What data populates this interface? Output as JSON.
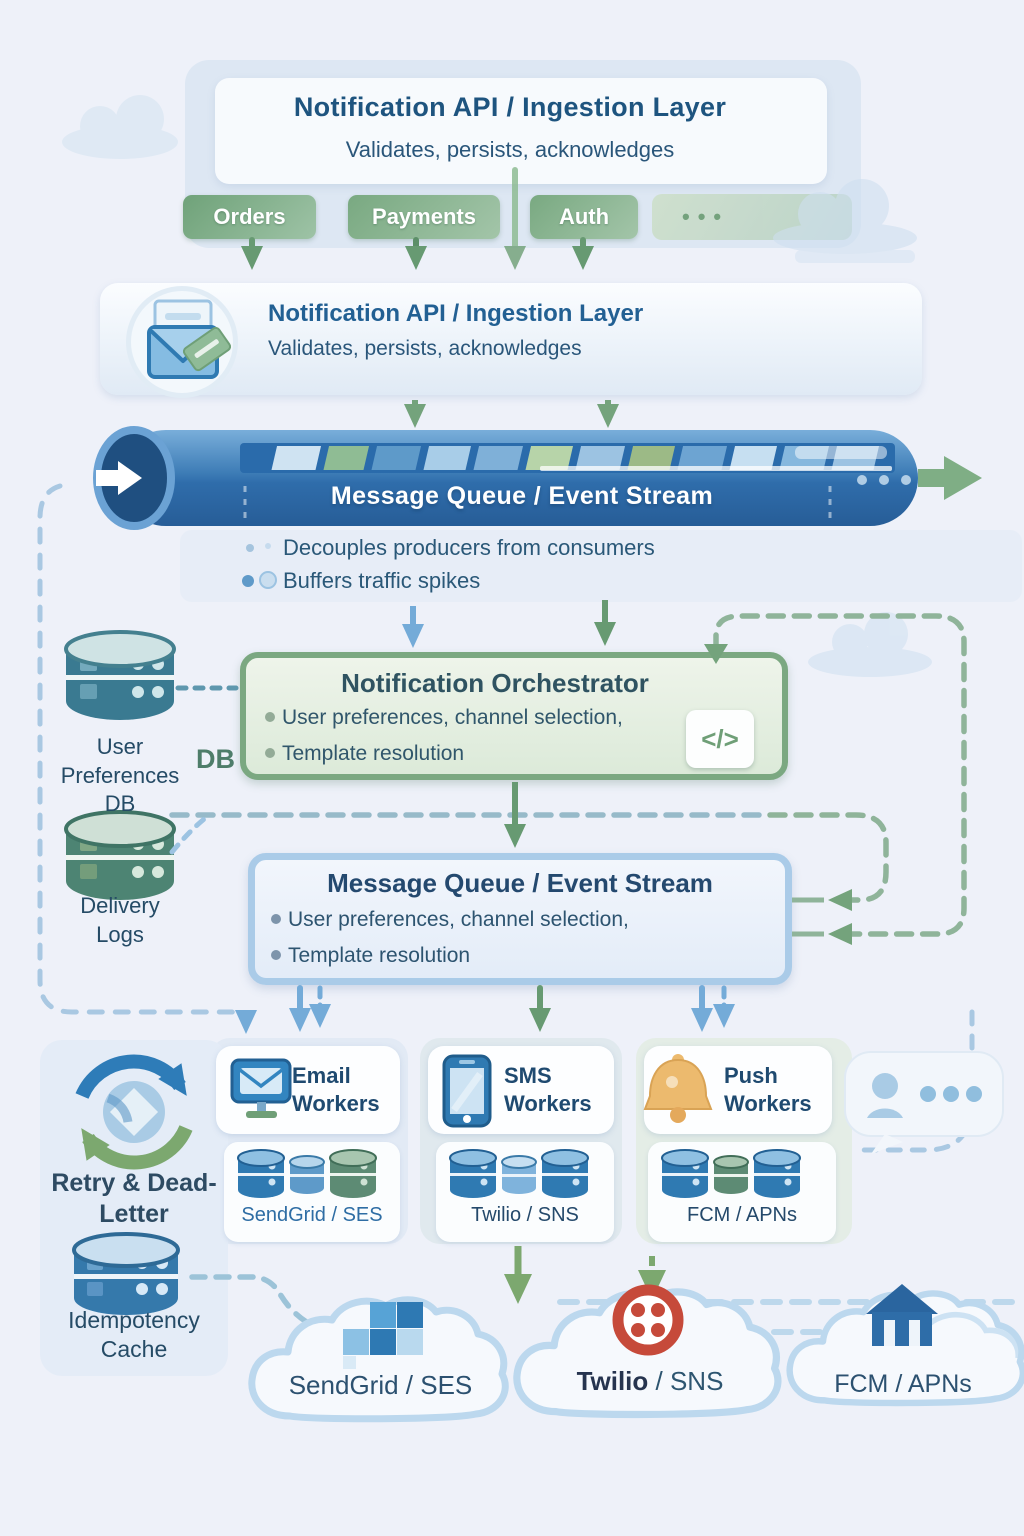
{
  "colors": {
    "background": "#eef1f9",
    "accent_green": "#74a37c",
    "accent_blue": "#2f7ab2",
    "title_blue": "#1e547f",
    "pipe_blue": "#3d7cb6",
    "orchestrator_border": "#7ba881",
    "queue_border": "#aacbe8",
    "twilio_red": "#c64a3a",
    "bell_orange": "#ecba6e"
  },
  "header": {
    "title": "Notification API / Ingestion Layer",
    "subtitle": "Validates, persists, acknowledges"
  },
  "producers": {
    "items": [
      {
        "label": "Orders"
      },
      {
        "label": "Payments"
      },
      {
        "label": "Auth"
      }
    ],
    "more_label": "•••"
  },
  "ingestion": {
    "title": "Notification API / Ingestion Layer",
    "subtitle": "Validates, persists, acknowledges"
  },
  "pipe": {
    "label": "Message Queue / Event Stream",
    "bullets": [
      "Decouples producers from consumers",
      "Buffers traffic spikes"
    ]
  },
  "orchestrator": {
    "title": "Notification Orchestrator",
    "bullets": [
      "User preferences, channel selection,",
      "Template resolution"
    ],
    "code_label": "</>"
  },
  "databases": {
    "user_preferences": {
      "label": "User Preferences DB",
      "badge": "DB"
    },
    "delivery_logs": {
      "label": "Delivery Logs"
    },
    "idempotency": {
      "label": "Idempotency Cache"
    }
  },
  "mq_box": {
    "title": "Message Queue / Event Stream",
    "bullets": [
      "User preferences, channel selection,",
      "Template resolution"
    ]
  },
  "workers": {
    "email": {
      "title": "Email Workers",
      "provider": "SendGrid / SES"
    },
    "sms": {
      "title": "SMS Workers",
      "provider": "Twilio / SNS"
    },
    "push": {
      "title": "Push Workers",
      "provider": "FCM / APNs"
    }
  },
  "retry": {
    "label": "Retry & Dead-Letter"
  },
  "clouds": {
    "sendgrid": {
      "label": "SendGrid / SES"
    },
    "twilio": {
      "brand": "Twilio",
      "rest": " / SNS"
    },
    "fcm": {
      "label": "FCM / APNs"
    }
  }
}
